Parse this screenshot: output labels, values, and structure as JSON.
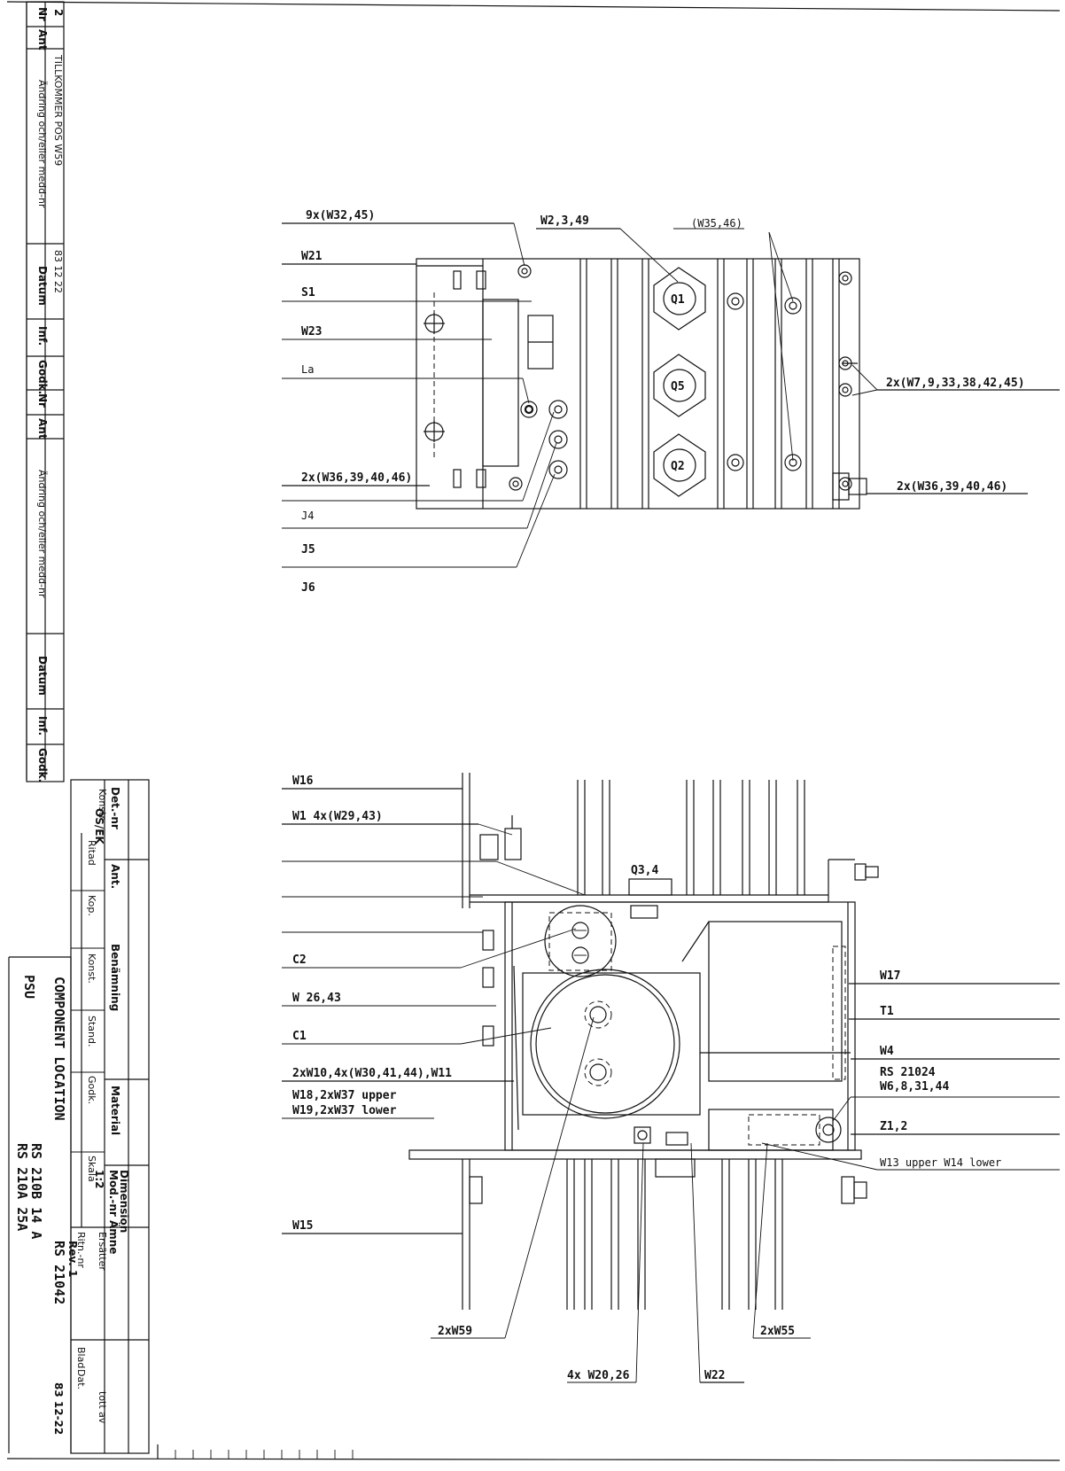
{
  "revision_block": {
    "headers": {
      "nr": "Nr",
      "ant": "Ant",
      "change": "Ändring och/eller medd-nr",
      "datum": "Datum",
      "inf": "Inf.",
      "godk": "Godk."
    },
    "entry": {
      "nr": "2",
      "text": "TILLKOMMER POS W59",
      "date": "83 12 22"
    }
  },
  "title_block": {
    "headers": {
      "det_nr": "Det.-nr",
      "ant": "Ant.",
      "benamning": "Benämning",
      "material": "Material",
      "mod_nr": "Mod.-nr Ämne",
      "dimension": "Dimension",
      "konstr": "Konstr.",
      "ritad": "Ritad",
      "kop": "Kop.",
      "konst": "Konst.",
      "stand": "Stand.",
      "godk": "Godk.",
      "skala": "Skala",
      "ersatter": "Ersätter",
      "ritn_nr": "Ritn.-nr",
      "blad": "Blad",
      "datum": "Dat.",
      "totalt": "tott av"
    },
    "drawn_by": "OS/EK",
    "scale": "1:2",
    "title": "COMPONENT LOCATION",
    "product": "PSU",
    "models": [
      "RS 210A 25A",
      "RS 210B 14 A"
    ],
    "drawing_number": "RS 21042",
    "revision": "Rev. 1",
    "date": "83 12-22"
  },
  "top_view": {
    "labels": {
      "screws_top": "9x(W32,45)",
      "w2": "W2,3,49",
      "w35": "(W35,46)",
      "w21": "W21",
      "s1": "S1",
      "w23": "W23",
      "la": "La",
      "w36_left": "2x(W36,39,40,46)",
      "j4": "J4",
      "j5": "J5",
      "j6": "J6",
      "w7": "2x(W7,9,33,38,42,45)",
      "w36_right": "2x(W36,39,40,46)",
      "q1": "Q1",
      "q5": "Q5",
      "q2": "Q2"
    }
  },
  "bottom_view": {
    "labels": {
      "w16": "W16",
      "w1": "W1  4x(W29,43)",
      "q34": "Q3,4",
      "c2": "C2",
      "w26": "W 26,43",
      "c1": "C1",
      "w10": "2xW10,4x(W30,41,44),W11",
      "w18": "W18,2xW37 upper",
      "w19": "W19,2xW37 lower",
      "w15": "W15",
      "w59": "2xW59",
      "w20": "4x W20,26",
      "w22": "W22",
      "w55": "2xW55",
      "w17": "W17",
      "t1": "T1",
      "w4": "W4",
      "rs": "RS 21024",
      "w6": "W6,8,31,44",
      "z1": "Z1,2",
      "w13": "W13 upper W14 lower"
    }
  }
}
